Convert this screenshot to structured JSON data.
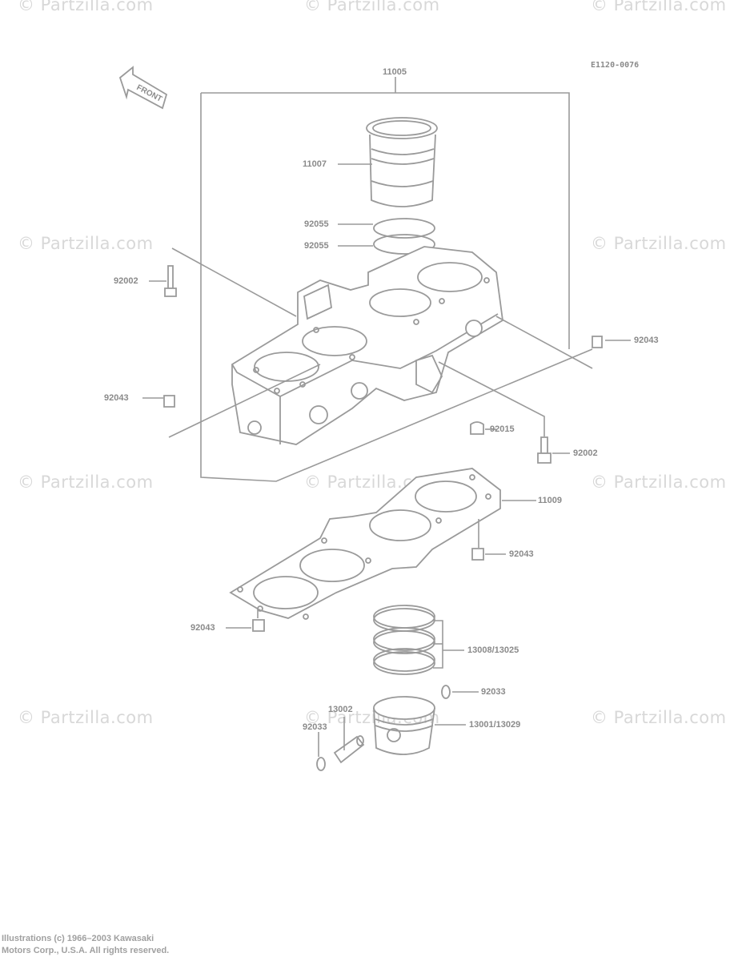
{
  "watermark": "© Partzilla.com",
  "diagram_code": "E1120-0076",
  "front_arrow_text": "FRONT",
  "parts": {
    "cylinder_block": "11005",
    "cylinder_liner": "11007",
    "o_ring_upper": "92055",
    "o_ring_lower": "92055",
    "bolt_left": "92002",
    "bolt_right": "92002",
    "dowel_right_upper": "92043",
    "dowel_left_upper": "92043",
    "plug": "92015",
    "gasket": "11009",
    "dowel_right_lower": "92043",
    "dowel_left_lower": "92043",
    "piston_rings": "13008/13025",
    "circlip_right": "92033",
    "piston_pin": "13002",
    "circlip_left": "92033",
    "piston": "13001/13029"
  },
  "copyright": {
    "line1": "Illustrations (c) 1966–2003 Kawasaki",
    "line2": "Motors Corp., U.S.A.  All rights reserved."
  }
}
